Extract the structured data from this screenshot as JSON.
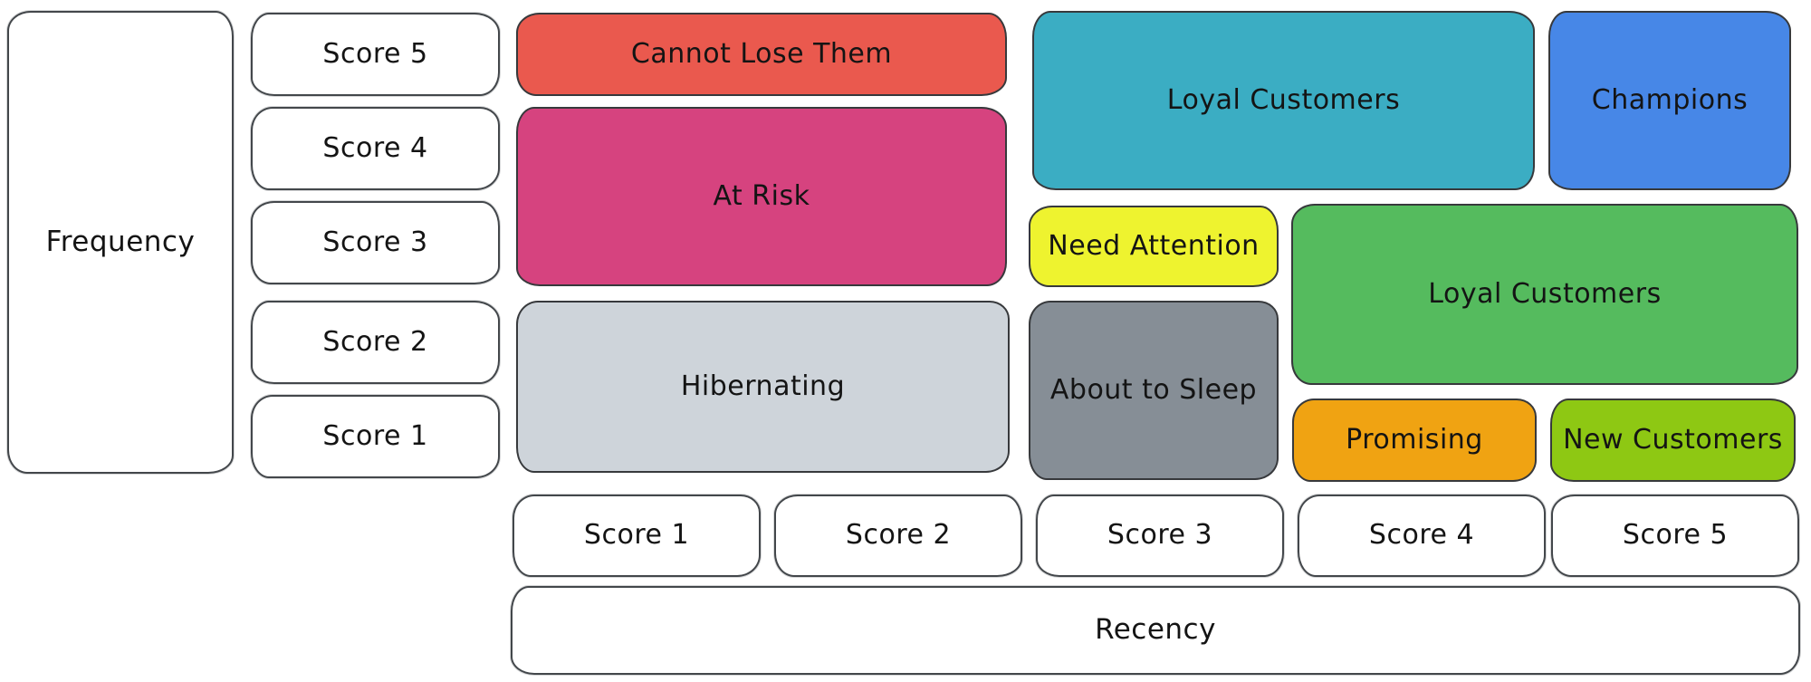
{
  "axes": {
    "frequency": {
      "label": "Frequency",
      "scores": [
        "Score 5",
        "Score 4",
        "Score 3",
        "Score 2",
        "Score 1"
      ]
    },
    "recency": {
      "label": "Recency",
      "scores": [
        "Score 1",
        "Score 2",
        "Score 3",
        "Score 4",
        "Score 5"
      ]
    }
  },
  "segments": {
    "cannot_lose_them": {
      "label": "Cannot Lose Them",
      "color": "#ea594e"
    },
    "at_risk": {
      "label": "At Risk",
      "color": "#d6437f"
    },
    "hibernating": {
      "label": "Hibernating",
      "color": "#ced4da"
    },
    "loyal_customers_top": {
      "label": "Loyal Customers",
      "color": "#3badc3"
    },
    "need_attention": {
      "label": "Need Attention",
      "color": "#eef32f"
    },
    "about_to_sleep": {
      "label": "About to Sleep",
      "color": "#868e96"
    },
    "champions": {
      "label": "Champions",
      "color": "#4787e7"
    },
    "loyal_customers_right": {
      "label": "Loyal Customers",
      "color": "#55bb5e"
    },
    "promising": {
      "label": "Promising",
      "color": "#f0a312"
    },
    "new_customers": {
      "label": "New Customers",
      "color": "#8ec813"
    }
  },
  "style": {
    "background": "#ffffff",
    "stroke_color": "#37393c",
    "text_color": "#141414"
  }
}
